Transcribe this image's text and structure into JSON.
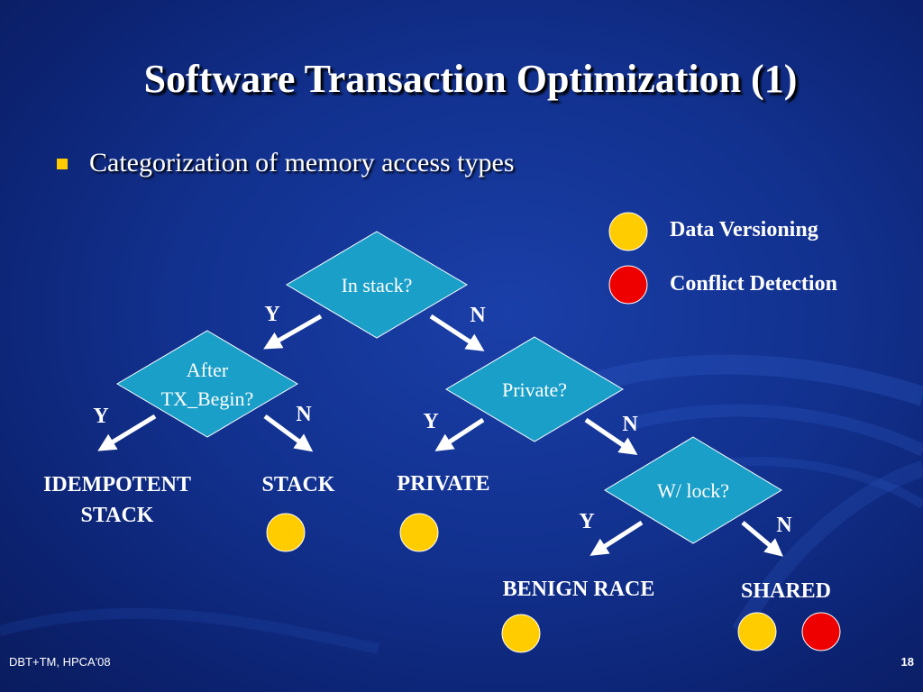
{
  "slide": {
    "title": "Software Transaction Optimization (1)",
    "bullet": "Categorization of memory access types"
  },
  "colors": {
    "background": "#12318f",
    "decision_fill": "#1a9fc9",
    "data_versioning": "#ffcc00",
    "conflict_detection": "#ee0000",
    "bullet": "#ffcc00"
  },
  "legend": {
    "data_versioning": "Data Versioning",
    "conflict_detection": "Conflict Detection"
  },
  "decisions": {
    "in_stack": "In stack?",
    "after_tx_begin_line1": "After",
    "after_tx_begin_line2": "TX_Begin?",
    "private": "Private?",
    "with_lock": "W/ lock?"
  },
  "branches": {
    "yes": "Y",
    "no": "N"
  },
  "leaves": {
    "idempotent_line1": "IDEMPOTENT",
    "idempotent_line2": "STACK",
    "stack": "STACK",
    "private": "PRIVATE",
    "benign_race": "BENIGN RACE",
    "shared": "SHARED"
  },
  "footer": {
    "left": "DBT+TM, HPCA'08",
    "page": "18"
  }
}
